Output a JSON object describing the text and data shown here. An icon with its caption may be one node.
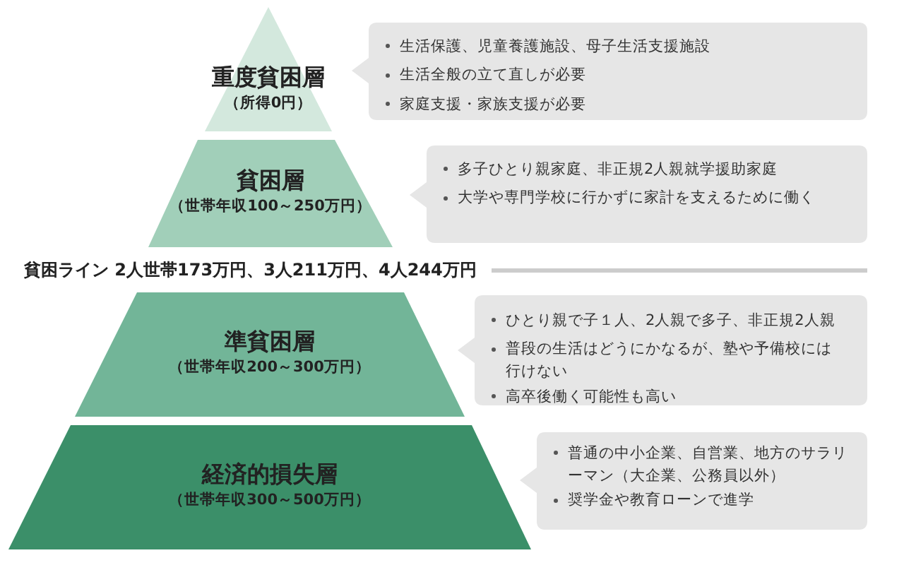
{
  "diagram": {
    "nodes": [
      {
        "text": [
          "重度貧困層",
          "（所得0円）"
        ]
      },
      {
        "text": [
          "生活保護、児童養護施設、母子生活支援施設",
          "生活全般の立て直しが必要",
          "家庭支援・家族支援が必要"
        ]
      },
      {
        "text": [
          "貧困層",
          "（世帯年収100～250万円）"
        ]
      },
      {
        "text": [
          "多子ひとり親家庭、非正規2人親就学援助家庭",
          "大学や専門学校に行かずに家計を支えるために働く"
        ]
      },
      {
        "text": [
          "準貧困層",
          "（世帯年収200～300万円）"
        ]
      },
      {
        "text": [
          "ひとり親で子１人、2人親で多子、非正規2人親",
          "普段の生活はどうにかなるが、塾や予備校には行けない",
          "高卒後働く可能性も高い"
        ]
      },
      {
        "text": [
          "経済的損失層",
          "（世帯年収300～500万円）"
        ]
      },
      {
        "text": [
          "普通の中小企業、自営業、地方のサラリーマン（大企業、公務員以外）",
          "奨学金や教育ローンで進学"
        ]
      }
    ],
    "labels": [
      "貧困ライン 2人世帯173万円、3人211万円、4人244万円"
    ]
  }
}
